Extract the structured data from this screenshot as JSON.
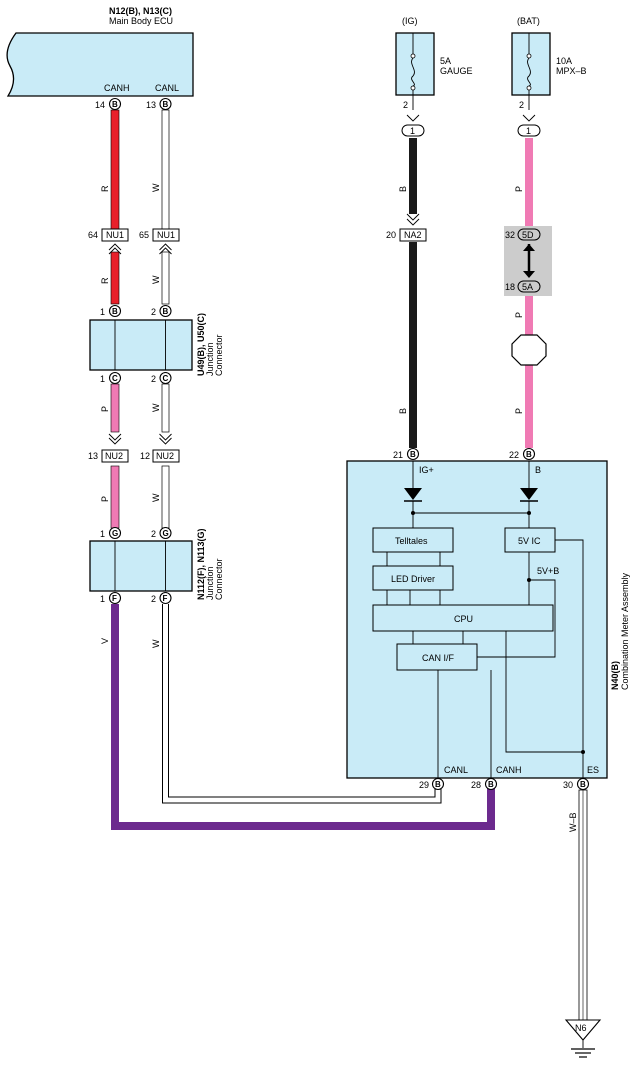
{
  "colors": {
    "red": "#e8202a",
    "white_wire": "#ffffff",
    "pink": "#f07ab4",
    "black": "#1a1a1a",
    "violet": "#6c2a8e",
    "box_fill": "#c9ebf7",
    "shade": "#cccccc"
  },
  "ecu": {
    "title": "N12(B), N13(C)",
    "subtitle": "Main Body ECU",
    "canh_label": "CANH",
    "canl_label": "CANL",
    "pin_canh_num": "14",
    "pin_canh_letter": "B",
    "pin_canl_num": "13",
    "pin_canl_letter": "B"
  },
  "fuses": {
    "ig": {
      "source": "(IG)",
      "rating": "5A",
      "name": "GAUGE",
      "pin": "2"
    },
    "bat": {
      "source": "(BAT)",
      "rating": "10A",
      "name": "MPX–B",
      "pin": "2"
    }
  },
  "wires": {
    "canh_top": "R",
    "canl_top": "W",
    "canh_mid": "R",
    "canl_mid": "W",
    "canh_p1": "P",
    "canl_w1": "W",
    "canh_p2": "P",
    "canl_w2": "W",
    "canh_v": "V",
    "canl_w3": "W",
    "ig_b1": "B",
    "ig_b2": "B",
    "bat_p1": "P",
    "bat_p2": "P",
    "bat_p3": "P",
    "bottom_w": "W",
    "bottom_v": "V",
    "ground_wb": "W–B"
  },
  "connectors": {
    "nu1_left": {
      "num": "64",
      "name": "NU1"
    },
    "nu1_right": {
      "num": "65",
      "name": "NU1"
    },
    "na2": {
      "num": "20",
      "name": "NA2"
    },
    "c5d": {
      "num": "32",
      "name": "5D"
    },
    "c5a": {
      "num": "18",
      "name": "5A"
    },
    "nu2_left": {
      "num": "13",
      "name": "NU2"
    },
    "nu2_right": {
      "num": "12",
      "name": "NU2"
    },
    "ig_inline": "1",
    "bat_inline": "1"
  },
  "jc1": {
    "title": "U49(B), U50(C)",
    "subtitle1": "Junction",
    "subtitle2": "Connector",
    "top_left_num": "1",
    "top_left_letter": "B",
    "top_right_num": "2",
    "top_right_letter": "B",
    "bot_left_num": "1",
    "bot_left_letter": "C",
    "bot_right_num": "2",
    "bot_right_letter": "C"
  },
  "jc2": {
    "title": "N112(F), N113(G)",
    "subtitle1": "Junction",
    "subtitle2": "Connector",
    "top_left_num": "1",
    "top_left_letter": "G",
    "top_right_num": "2",
    "top_right_letter": "G",
    "bot_left_num": "1",
    "bot_left_letter": "F",
    "bot_right_num": "2",
    "bot_right_letter": "F"
  },
  "meter": {
    "title": "N40(B)",
    "subtitle": "Combination Meter Assembly",
    "ig_label": "IG+",
    "b_label": "B",
    "canl_label": "CANL",
    "canh_label": "CANH",
    "es_label": "ES",
    "telltales": "Telltales",
    "led_driver": "LED Driver",
    "cpu": "CPU",
    "can_if": "CAN I/F",
    "ic_5v": "5V IC",
    "v5b": "5V+B",
    "pin_ig_num": "21",
    "pin_ig_letter": "B",
    "pin_b_num": "22",
    "pin_b_letter": "B",
    "pin_canl_num": "29",
    "pin_canl_letter": "B",
    "pin_canh_num": "28",
    "pin_canh_letter": "B",
    "pin_es_num": "30",
    "pin_es_letter": "B"
  },
  "ground": {
    "name": "N6"
  }
}
